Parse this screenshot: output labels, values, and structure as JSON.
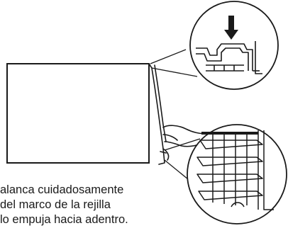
{
  "caption": {
    "lines": [
      "alanca cuidadosamente",
      "del marco de la rejilla",
      "lo empuja hacia adentro."
    ]
  },
  "colors": {
    "ink": "#1a1a1a",
    "background": "#ffffff"
  },
  "icons": {
    "detail_top": "grille-latch-detail-icon",
    "detail_bottom": "grille-louvers-detail-icon",
    "arrow": "down-arrow-icon"
  }
}
